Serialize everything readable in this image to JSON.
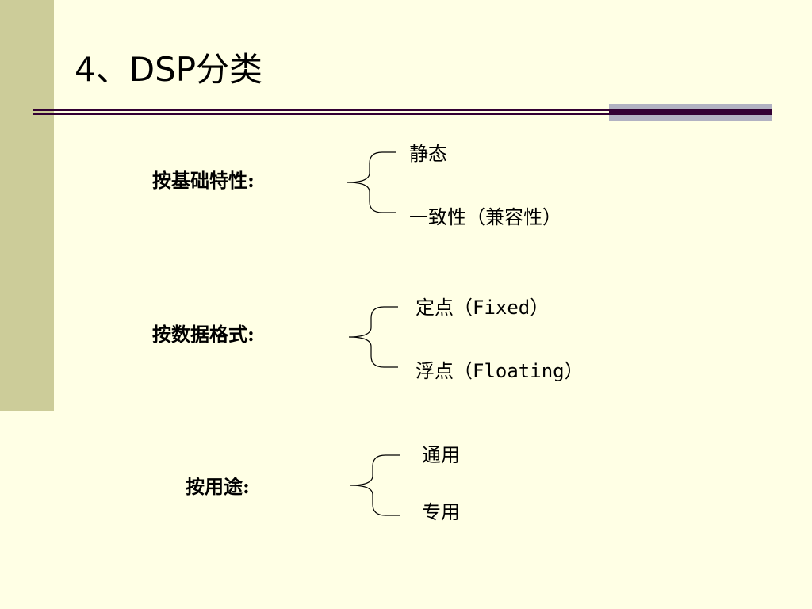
{
  "title": "4、DSP分类",
  "groups": [
    {
      "label": "按基础特性:",
      "items": [
        "静态",
        "一致性（兼容性）"
      ]
    },
    {
      "label": "按数据格式:",
      "items": [
        "定点（Fixed）",
        "浮点（Floating）"
      ]
    },
    {
      "label": "按用途:",
      "items": [
        "通用",
        "专用"
      ]
    }
  ],
  "colors": {
    "background": "#FFFFE5",
    "sidebar": "#CCCC99",
    "rule": "#330033",
    "rule_block": "#B2B2C2"
  },
  "icons": [
    "left-brace-icon"
  ]
}
